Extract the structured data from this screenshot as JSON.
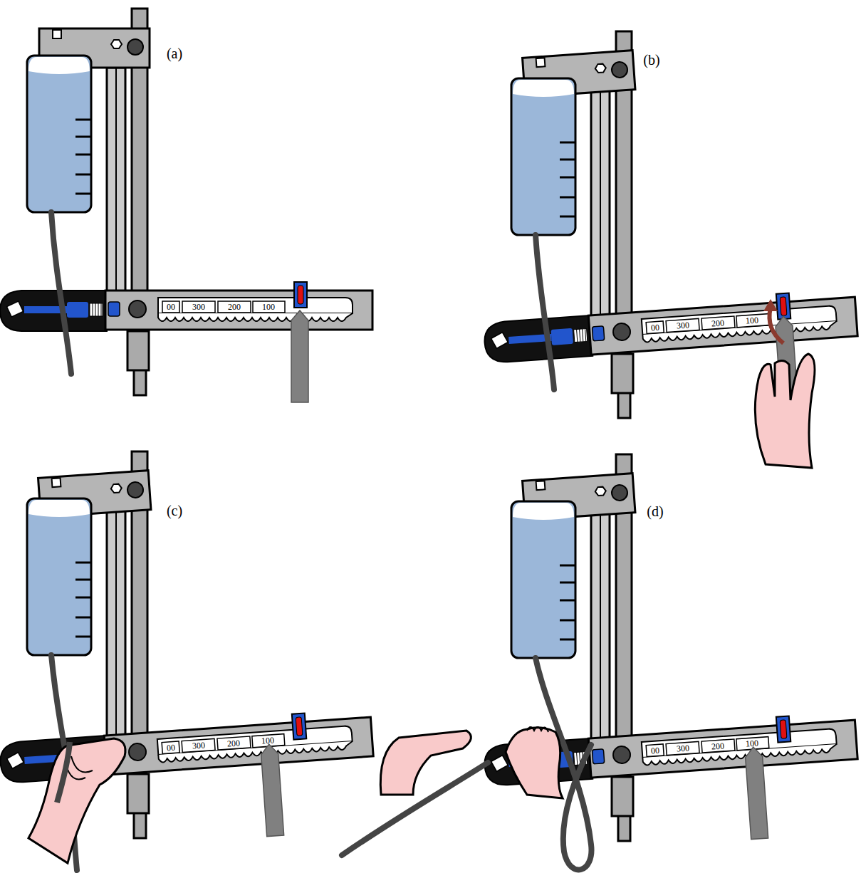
{
  "diagram": {
    "labels": [
      "(a)",
      "00",
      "300",
      "200",
      "100",
      "(b)",
      "00",
      "300",
      "200",
      "100",
      "(c)",
      "00",
      "300",
      "200",
      "100",
      "(d)",
      "00",
      "300",
      "200",
      "100"
    ]
  }
}
